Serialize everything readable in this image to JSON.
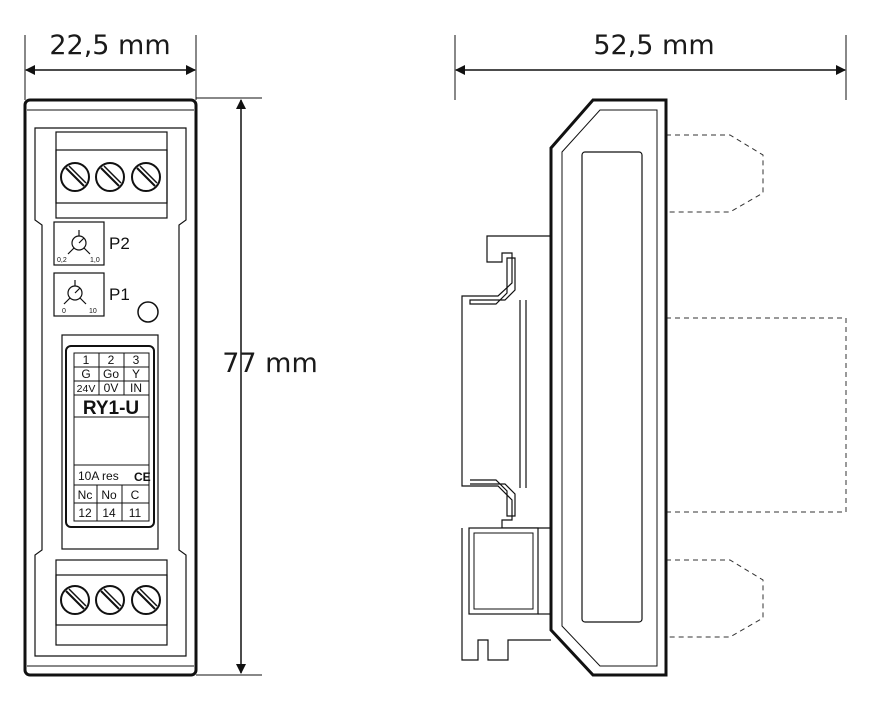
{
  "dimensions": {
    "width": "22,5 mm",
    "depth": "52,5 mm",
    "height": "77 mm"
  },
  "potentiometers": {
    "p2": {
      "label": "P2",
      "min": "0,2",
      "max": "1,0"
    },
    "p1": {
      "label": "P1",
      "min": "0",
      "max": "10"
    }
  },
  "label_table": {
    "top_rows": [
      [
        "1",
        "2",
        "3"
      ],
      [
        "G",
        "Go",
        "Y"
      ],
      [
        "24V",
        "0V",
        "IN"
      ]
    ],
    "model": "RY1-U",
    "rating": "10A res",
    "ce_mark": "CE",
    "bottom_rows": [
      [
        "Nc",
        "No",
        "C"
      ],
      [
        "12",
        "14",
        "11"
      ]
    ]
  },
  "icons": [
    "screw-terminal-icon",
    "potentiometer-icon",
    "led-indicator-icon",
    "ce-mark-icon",
    "din-rail-clip-icon"
  ]
}
